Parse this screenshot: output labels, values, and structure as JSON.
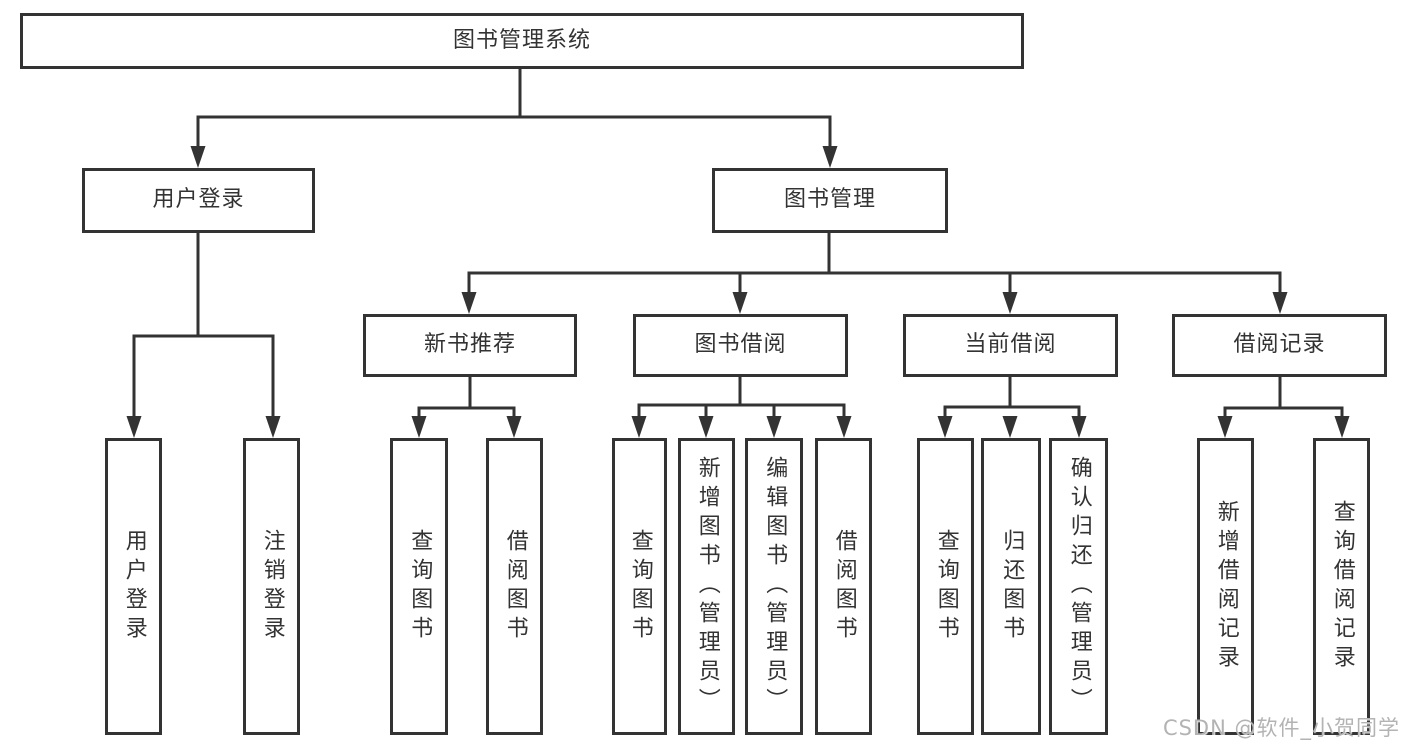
{
  "diagram_title": "图书管理系统",
  "nodes": {
    "root": {
      "label": "图书管理系统"
    },
    "user_login": {
      "label": "用户登录"
    },
    "book_mgmt": {
      "label": "图书管理"
    },
    "new_book_rec": {
      "label": "新书推荐"
    },
    "book_borrow": {
      "label": "图书借阅"
    },
    "current_borrow": {
      "label": "当前借阅"
    },
    "borrow_record": {
      "label": "借阅记录"
    },
    "login": {
      "label": "用户登录"
    },
    "logout": {
      "label": "注销登录"
    },
    "rec_search_book": {
      "label": "查询图书"
    },
    "rec_borrow_book": {
      "label": "借阅图书"
    },
    "bb_search_book": {
      "label": "查询图书"
    },
    "bb_add_book": {
      "label": "新增图书（管理员）"
    },
    "bb_edit_book": {
      "label": "编辑图书（管理员）"
    },
    "bb_borrow_book": {
      "label": "借阅图书"
    },
    "cb_search_book": {
      "label": "查询图书"
    },
    "cb_return_book": {
      "label": "归还图书"
    },
    "cb_confirm_return": {
      "label": "确认归还（管理员）"
    },
    "br_add_record": {
      "label": "新增借阅记录"
    },
    "br_search_record": {
      "label": "查询借阅记录"
    }
  },
  "hierarchy": [
    {
      "parent": "图书管理系统",
      "children": [
        "用户登录",
        "图书管理"
      ]
    },
    {
      "parent": "用户登录",
      "children": [
        "用户登录",
        "注销登录"
      ]
    },
    {
      "parent": "图书管理",
      "children": [
        "新书推荐",
        "图书借阅",
        "当前借阅",
        "借阅记录"
      ]
    },
    {
      "parent": "新书推荐",
      "children": [
        "查询图书",
        "借阅图书"
      ]
    },
    {
      "parent": "图书借阅",
      "children": [
        "查询图书",
        "新增图书（管理员）",
        "编辑图书（管理员）",
        "借阅图书"
      ]
    },
    {
      "parent": "当前借阅",
      "children": [
        "查询图书",
        "归还图书",
        "确认归还（管理员）"
      ]
    },
    {
      "parent": "借阅记录",
      "children": [
        "新增借阅记录",
        "查询借阅记录"
      ]
    }
  ],
  "watermark": {
    "text": "CSDN @软件_小贺同学"
  },
  "colors": {
    "line": "#333333",
    "box_background": "#ffffff",
    "watermark": "#b3b3b3"
  }
}
